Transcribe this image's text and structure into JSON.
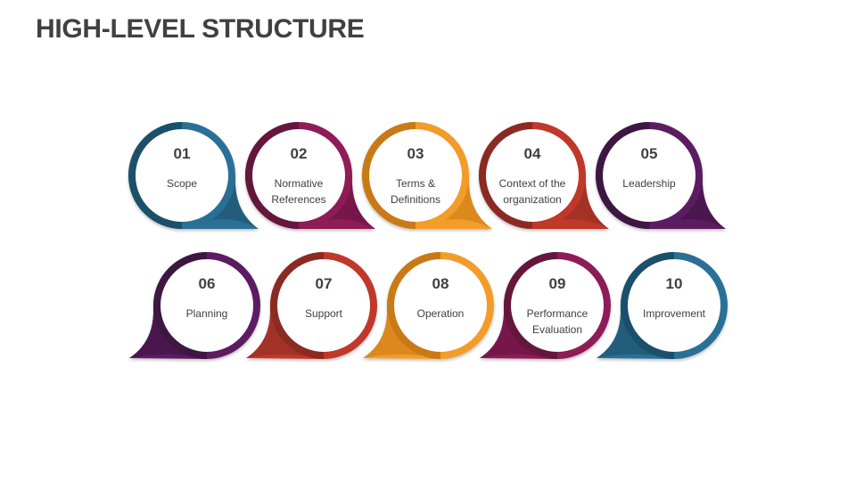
{
  "title": "HIGH-LEVEL STRUCTURE",
  "steps": [
    {
      "num": "01",
      "lines": [
        "Scope"
      ],
      "color": "#2a6f96",
      "dark": "#1e4f6b",
      "row": "top"
    },
    {
      "num": "02",
      "lines": [
        "Normative",
        "References"
      ],
      "color": "#8e1a57",
      "dark": "#65123e",
      "row": "top"
    },
    {
      "num": "03",
      "lines": [
        "Terms &",
        "Definitions"
      ],
      "color": "#f29c2a",
      "dark": "#c87a12",
      "row": "top"
    },
    {
      "num": "04",
      "lines": [
        "Context of the",
        "organization"
      ],
      "color": "#c0392b",
      "dark": "#8a2a21",
      "row": "top"
    },
    {
      "num": "05",
      "lines": [
        "Leadership"
      ],
      "color": "#5c1e62",
      "dark": "#3e1442",
      "row": "top"
    },
    {
      "num": "06",
      "lines": [
        "Planning"
      ],
      "color": "#5c1e62",
      "dark": "#3e1442",
      "row": "bottom"
    },
    {
      "num": "07",
      "lines": [
        "Support"
      ],
      "color": "#c0392b",
      "dark": "#8a2a21",
      "row": "bottom"
    },
    {
      "num": "08",
      "lines": [
        "Operation"
      ],
      "color": "#f29c2a",
      "dark": "#c87a12",
      "row": "bottom"
    },
    {
      "num": "09",
      "lines": [
        "Performance",
        "Evaluation"
      ],
      "color": "#8e1a57",
      "dark": "#65123e",
      "row": "bottom"
    },
    {
      "num": "10",
      "lines": [
        "Improvement"
      ],
      "color": "#2a6f96",
      "dark": "#1e4f6b",
      "row": "bottom"
    }
  ]
}
